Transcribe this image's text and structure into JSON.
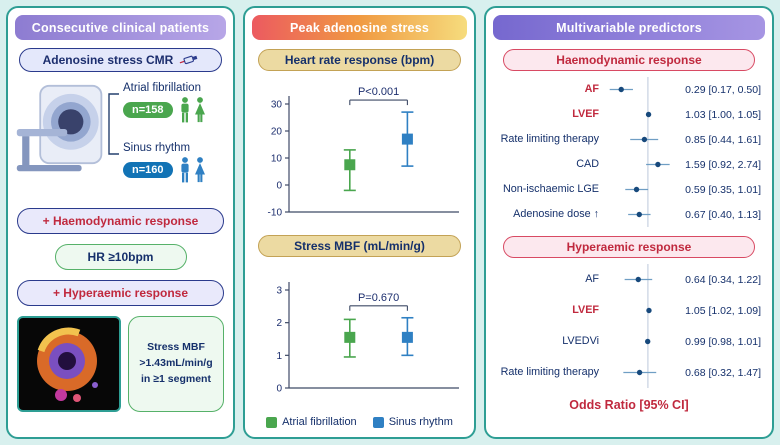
{
  "colors": {
    "background": "#d8f0ee",
    "panel_border": "#2e9e94",
    "navy": "#1c2e6e",
    "red_accent": "#c0293e",
    "af_green": "#4aa64e",
    "sr_blue": "#2f80c3",
    "sr_badge_blue": "#1273b5",
    "forest_dot": "#17497c",
    "forest_ci_line": "#6f9ec4"
  },
  "icons": {
    "syringe": "syringe-icon",
    "mri_scanner": "mri-scanner-illustration",
    "male_patient": "male-patient-icon",
    "female_patient": "female-patient-icon",
    "perfusion_map": "perfusion-map-image"
  },
  "left_panel": {
    "header": "Consecutive clinical patients",
    "cmr_badge": "Adenosine stress CMR",
    "groups": [
      {
        "label": "Atrial fibrillation",
        "n_badge": "n=158"
      },
      {
        "label": "Sinus rhythm",
        "n_badge": "n=160"
      }
    ],
    "haemodynamic_badge": "+ Haemodynamic response",
    "hr_criterion": "HR ≥10bpm",
    "hyperaemic_badge": "+ Hyperaemic response",
    "mbf_criterion": "Stress MBF >1.43mL/min/g in ≥1 segment"
  },
  "middle_panel": {
    "header": "Peak adenosine stress",
    "legend": [
      {
        "label": "Atrial fibrillation",
        "color": "#4aa64e"
      },
      {
        "label": "Sinus rhythm",
        "color": "#2f80c3"
      }
    ]
  },
  "right_panel": {
    "header": "Multivariable predictors",
    "footer": "Odds Ratio [95% CI]"
  },
  "chart_data": [
    {
      "type": "errorbar",
      "title": "Heart rate response (bpm)",
      "p_label": "P<0.001",
      "ylim": [
        -10,
        30
      ],
      "yticks": [
        30,
        20,
        10,
        0,
        -10
      ],
      "series": [
        {
          "name": "Atrial fibrillation",
          "color": "#4aa64e",
          "mean": 7.5,
          "lo": -2,
          "hi": 13
        },
        {
          "name": "Sinus rhythm",
          "color": "#2f80c3",
          "mean": 17,
          "lo": 7,
          "hi": 27
        }
      ]
    },
    {
      "type": "errorbar",
      "title": "Stress MBF (mL/min/g)",
      "p_label": "P=0.670",
      "ylim": [
        0,
        3
      ],
      "yticks": [
        3,
        2,
        1,
        0
      ],
      "series": [
        {
          "name": "Atrial fibrillation",
          "color": "#4aa64e",
          "mean": 1.55,
          "lo": 0.95,
          "hi": 2.1
        },
        {
          "name": "Sinus rhythm",
          "color": "#2f80c3",
          "mean": 1.55,
          "lo": 1.0,
          "hi": 2.15
        }
      ]
    },
    {
      "type": "forest",
      "title": "Haemodynamic response",
      "xscale": "log",
      "xref": 1,
      "rows": [
        {
          "label": "AF",
          "emphasis": true,
          "or": 0.29,
          "ci_low": 0.17,
          "ci_high": 0.5,
          "display": "0.29 [0.17, 0.50]"
        },
        {
          "label": "LVEF",
          "emphasis": true,
          "or": 1.03,
          "ci_low": 1.0,
          "ci_high": 1.05,
          "display": "1.03 [1.00, 1.05]"
        },
        {
          "label": "Rate limiting therapy",
          "emphasis": false,
          "or": 0.85,
          "ci_low": 0.44,
          "ci_high": 1.61,
          "display": "0.85 [0.44, 1.61]"
        },
        {
          "label": "CAD",
          "emphasis": false,
          "or": 1.59,
          "ci_low": 0.92,
          "ci_high": 2.74,
          "display": "1.59 [0.92, 2.74]"
        },
        {
          "label": "Non-ischaemic LGE",
          "emphasis": false,
          "or": 0.59,
          "ci_low": 0.35,
          "ci_high": 1.01,
          "display": "0.59 [0.35, 1.01]"
        },
        {
          "label": "Adenosine dose ↑",
          "emphasis": false,
          "or": 0.67,
          "ci_low": 0.4,
          "ci_high": 1.13,
          "display": "0.67 [0.40, 1.13]"
        }
      ]
    },
    {
      "type": "forest",
      "title": "Hyperaemic response",
      "xscale": "log",
      "xref": 1,
      "rows": [
        {
          "label": "AF",
          "emphasis": false,
          "or": 0.64,
          "ci_low": 0.34,
          "ci_high": 1.22,
          "display": "0.64 [0.34, 1.22]"
        },
        {
          "label": "LVEF",
          "emphasis": true,
          "or": 1.05,
          "ci_low": 1.02,
          "ci_high": 1.09,
          "display": "1.05 [1.02, 1.09]"
        },
        {
          "label": "LVEDVi",
          "emphasis": false,
          "or": 0.99,
          "ci_low": 0.98,
          "ci_high": 1.01,
          "display": "0.99 [0.98, 1.01]"
        },
        {
          "label": "Rate limiting therapy",
          "emphasis": false,
          "or": 0.68,
          "ci_low": 0.32,
          "ci_high": 1.47,
          "display": "0.68 [0.32, 1.47]"
        }
      ]
    }
  ]
}
